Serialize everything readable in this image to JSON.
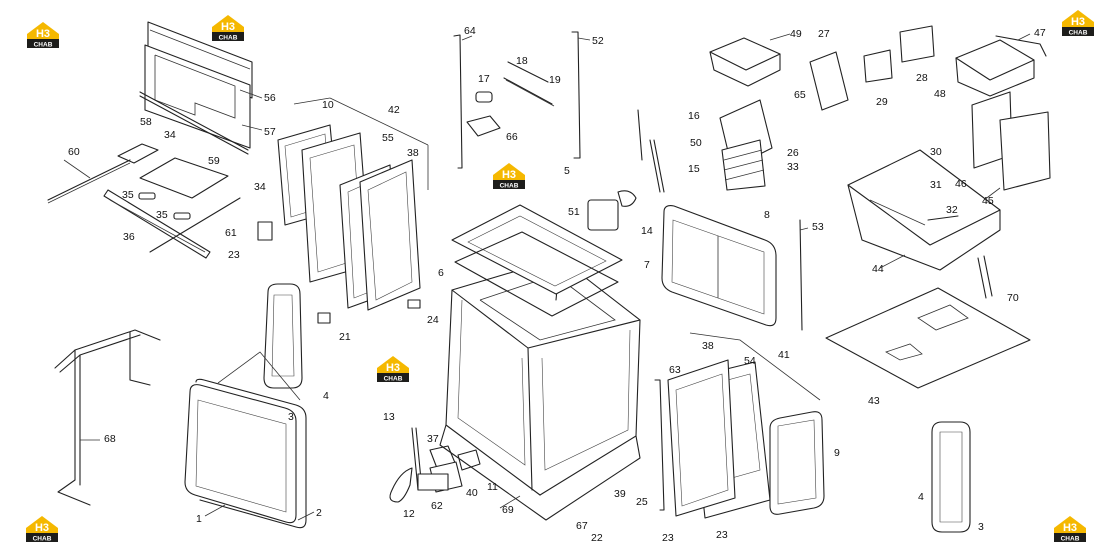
{
  "logo": {
    "mark": "H3",
    "text": "CHAB",
    "accent": "#f5b800",
    "dark": "#1d1d1b"
  },
  "parts": [
    "1",
    "2",
    "3",
    "4",
    "5",
    "6",
    "7",
    "8",
    "9",
    "10",
    "11",
    "12",
    "13",
    "14",
    "15",
    "16",
    "17",
    "18",
    "19",
    "21",
    "22",
    "23",
    "24",
    "25",
    "26",
    "27",
    "28",
    "29",
    "30",
    "31",
    "32",
    "33",
    "34",
    "35",
    "36",
    "37",
    "38",
    "39",
    "40",
    "41",
    "42",
    "43",
    "44",
    "45",
    "46",
    "47",
    "48",
    "49",
    "50",
    "51",
    "52",
    "53",
    "54",
    "55",
    "56",
    "57",
    "58",
    "59",
    "60",
    "61",
    "62",
    "63",
    "64",
    "65",
    "66",
    "67",
    "68",
    "69",
    "70"
  ]
}
